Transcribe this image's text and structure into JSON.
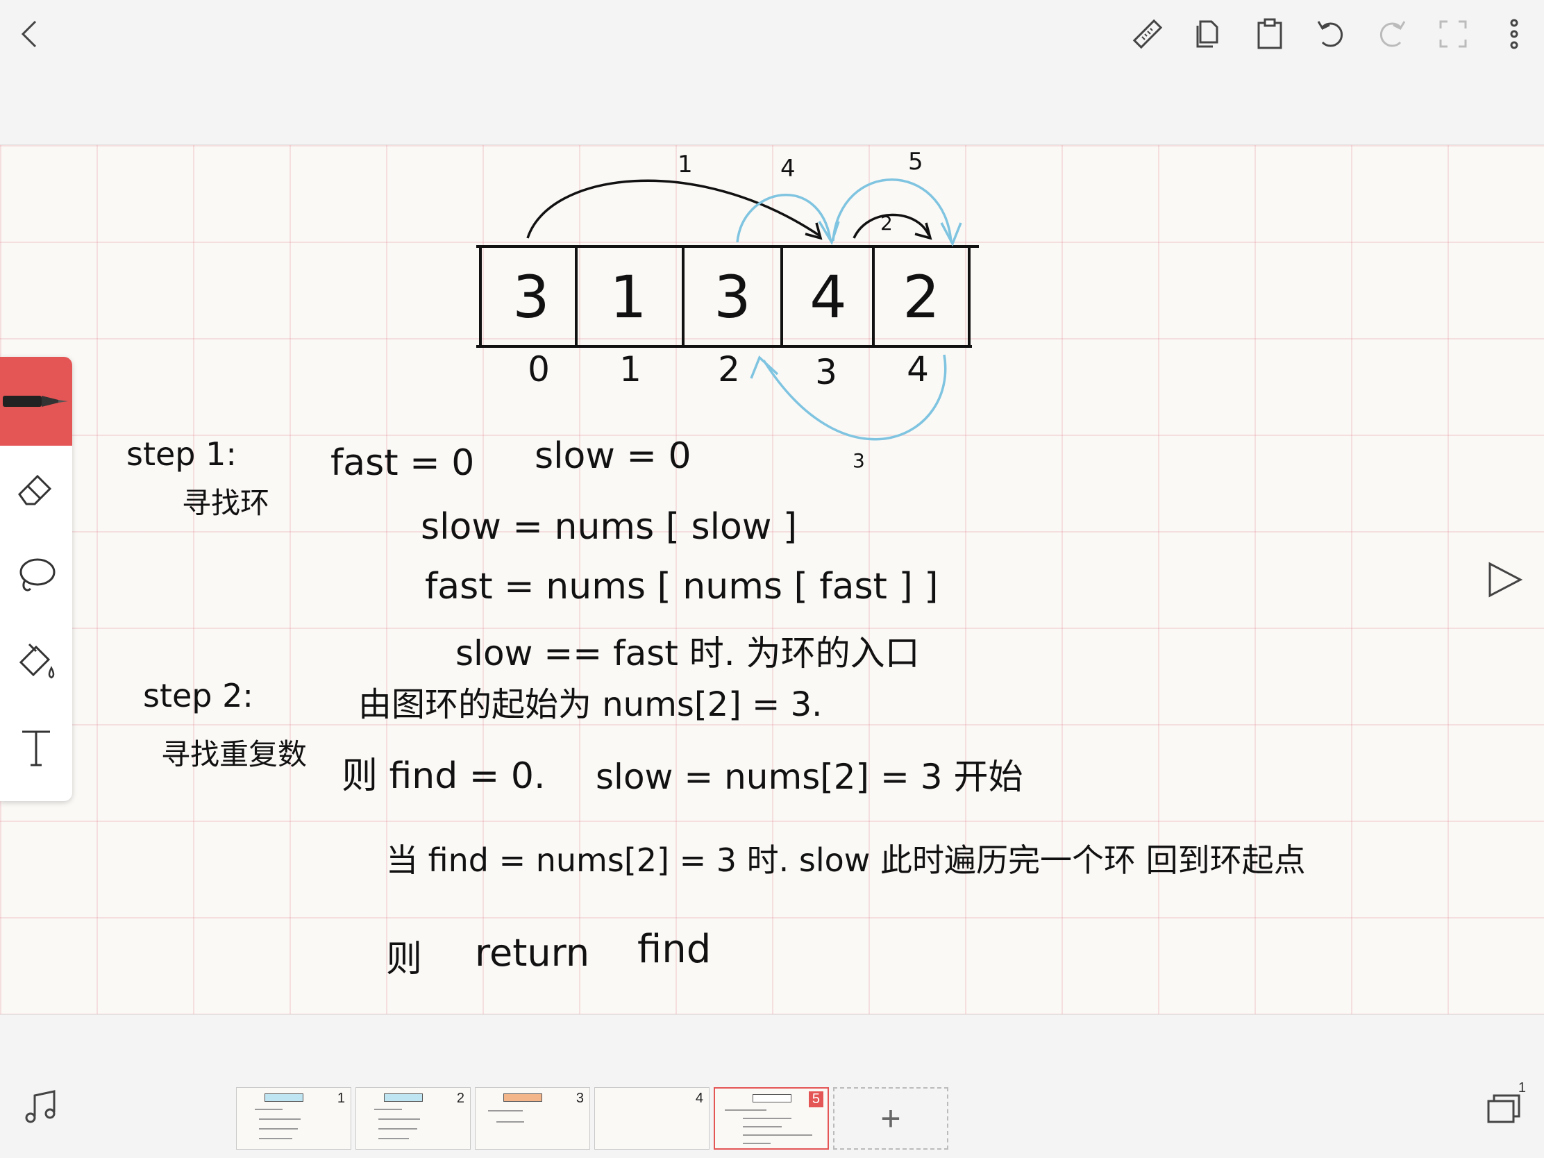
{
  "toolbar": {
    "icons": [
      "back-icon",
      "ruler-icon",
      "copy-page-icon",
      "clipboard-icon",
      "undo-icon",
      "redo-icon",
      "fullscreen-icon",
      "more-icon"
    ]
  },
  "diagram": {
    "cells": [
      "3",
      "1",
      "3",
      "4",
      "2"
    ],
    "indices": [
      "0",
      "1",
      "2",
      "3",
      "4"
    ],
    "arc_labels": [
      "1",
      "4",
      "5",
      "2",
      "3"
    ]
  },
  "notes": {
    "step1_label": "step 1:",
    "step1_sub": "寻找环",
    "fast_init": "fast = 0",
    "slow_init": "slow = 0",
    "line1": "slow = nums [ slow ]",
    "line2": "fast = nums [ nums [ fast ] ]",
    "line3": "slow == fast 时. 为环的入口",
    "step2_label": "step 2:",
    "step2_sub": "寻找重复数",
    "line4": "由图环的起始为 nums[2] = 3.",
    "line5a": "则 find = 0.",
    "line5b": "slow = nums[2] = 3 开始",
    "line6": "当 find = nums[2] = 3 时. slow 此时遍历完一个环 回到环起点",
    "line7a": "则",
    "line7b": "return",
    "line7c": "find"
  },
  "thumbnails": [
    {
      "num": "1"
    },
    {
      "num": "2"
    },
    {
      "num": "3"
    },
    {
      "num": "4"
    },
    {
      "num": "5"
    }
  ],
  "add_page_label": "+",
  "bottom_badge": "1",
  "colors": {
    "accent": "#e45555",
    "arc_blue": "#7fc4e0",
    "ink": "#111111"
  }
}
